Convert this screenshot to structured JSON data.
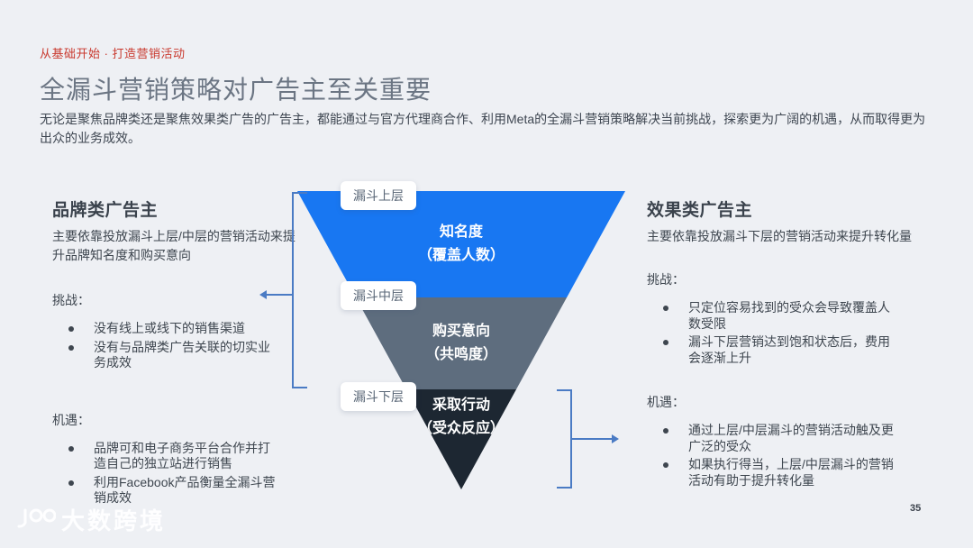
{
  "page": {
    "eyebrow": "从基础开始 · 打造营销活动",
    "title": "全漏斗营销策略对广告主至关重要",
    "subtitle": "无论是聚焦品牌类还是聚焦效果类广告的广告主，都能通过与官方代理商合作、利用Meta的全漏斗营销策略解决当前挑战，探索更为广阔的机遇，从而取得更为出众的业务成效。",
    "page_number": "35",
    "watermark": "大数跨境"
  },
  "funnel": {
    "stages": [
      {
        "label": "漏斗上层",
        "title": "知名度",
        "subtitle": "（覆盖人数）",
        "color": "#1877F2"
      },
      {
        "label": "漏斗中层",
        "title": "购买意向",
        "subtitle": "（共鸣度）",
        "color": "#5E6D7E"
      },
      {
        "label": "漏斗下层",
        "title": "采取行动",
        "subtitle": "（受众反应）",
        "color": "#1D2732"
      }
    ]
  },
  "left_column": {
    "heading": "品牌类广告主",
    "description": "主要依靠投放漏斗上层/中层的营销活动来提升品牌知名度和购买意向",
    "challenges_label": "挑战：",
    "challenges": [
      "没有线上或线下的销售渠道",
      "没有与品牌类广告关联的切实业务成效"
    ],
    "opportunities_label": "机遇：",
    "opportunities": [
      "品牌可和电子商务平台合作并打造自己的独立站进行销售",
      "利用Facebook产品衡量全漏斗营销成效"
    ]
  },
  "right_column": {
    "heading": "效果类广告主",
    "description": "主要依靠投放漏斗下层的营销活动来提升转化量",
    "challenges_label": "挑战：",
    "challenges": [
      "只定位容易找到的受众会导致覆盖人数受限",
      "漏斗下层营销达到饱和状态后，费用会逐渐上升"
    ],
    "opportunities_label": "机遇：",
    "opportunities": [
      "通过上层/中层漏斗的营销活动触及更广泛的受众",
      "如果执行得当，上层/中层漏斗的营销活动有助于提升转化量"
    ]
  },
  "colors": {
    "background": "#EEF0F4",
    "accent_red": "#C9392E",
    "title_gray_blue": "#6B7583",
    "funnel_top_blue": "#1877F2",
    "funnel_middle_slate": "#5E6D7E",
    "funnel_bottom_dark": "#1D2732",
    "connector_blue": "#4A7BC4"
  }
}
